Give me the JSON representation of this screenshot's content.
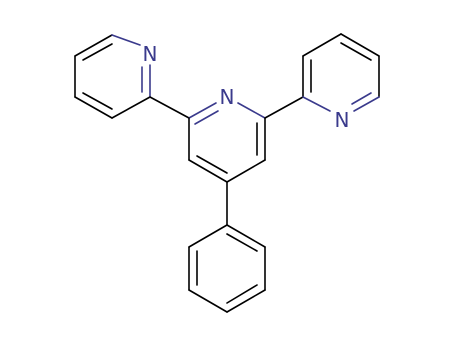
{
  "molecule": {
    "atoms": {
      "n_left": "N",
      "n_center": "N",
      "n_right": "N"
    }
  },
  "colors": {
    "bond": "#000000",
    "heteroatom": "#3a3a8c",
    "background": "#ffffff"
  }
}
